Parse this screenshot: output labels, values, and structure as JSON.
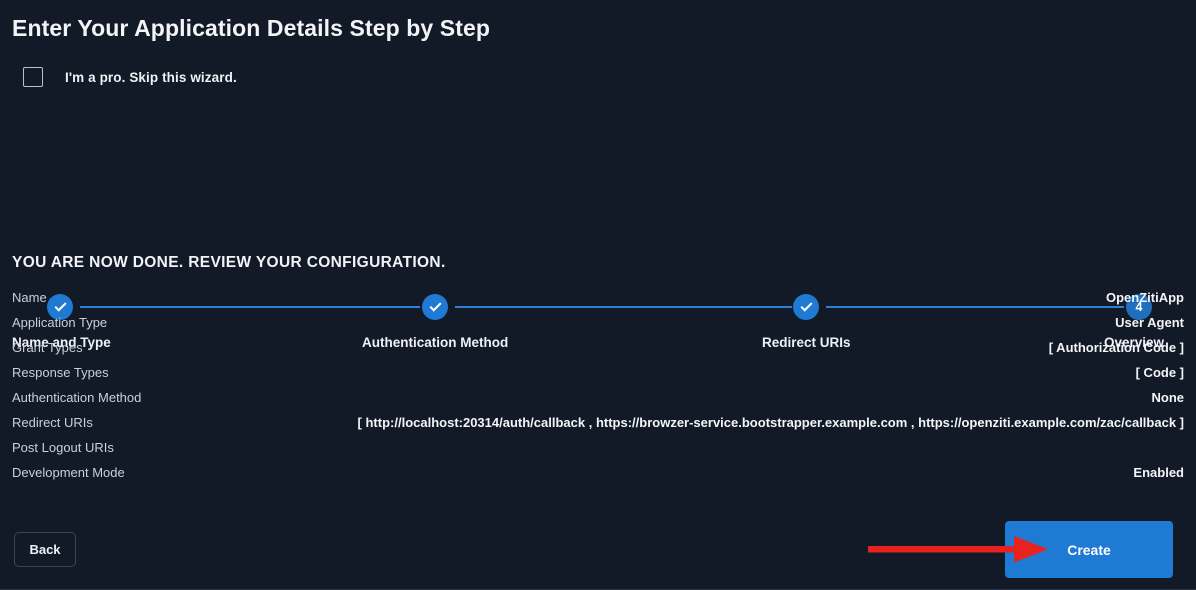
{
  "page": {
    "title": "Enter Your Application Details Step by Step",
    "background_color": "#131a27",
    "accent_color": "#1f7ad4",
    "annotation_color": "#e8221e"
  },
  "skip": {
    "label": "I'm a pro. Skip this wizard.",
    "checked": false
  },
  "stepper": {
    "steps": [
      {
        "label": "Name and Type",
        "state": "done",
        "marker": "check"
      },
      {
        "label": "Authentication Method",
        "state": "done",
        "marker": "check"
      },
      {
        "label": "Redirect URIs",
        "state": "done",
        "marker": "check"
      },
      {
        "label": "Overview",
        "state": "current",
        "marker": "4"
      }
    ]
  },
  "review": {
    "heading": "YOU ARE NOW DONE. REVIEW YOUR CONFIGURATION.",
    "rows": [
      {
        "label": "Name",
        "value": "OpenZitiApp"
      },
      {
        "label": "Application Type",
        "value": "User Agent"
      },
      {
        "label": "Grant Types",
        "value": "[ Authorization Code ]"
      },
      {
        "label": "Response Types",
        "value": "[ Code ]"
      },
      {
        "label": "Authentication Method",
        "value": "None"
      },
      {
        "label": "Redirect URIs",
        "value": "[ http://localhost:20314/auth/callback , https://browzer-service.bootstrapper.example.com , https://openziti.example.com/zac/callback ]"
      },
      {
        "label": "Post Logout URIs",
        "value": ""
      },
      {
        "label": "Development Mode",
        "value": "Enabled"
      }
    ]
  },
  "footer": {
    "back_label": "Back",
    "create_label": "Create"
  },
  "annotation": {
    "name": "red-arrow-pointing-to-create"
  }
}
